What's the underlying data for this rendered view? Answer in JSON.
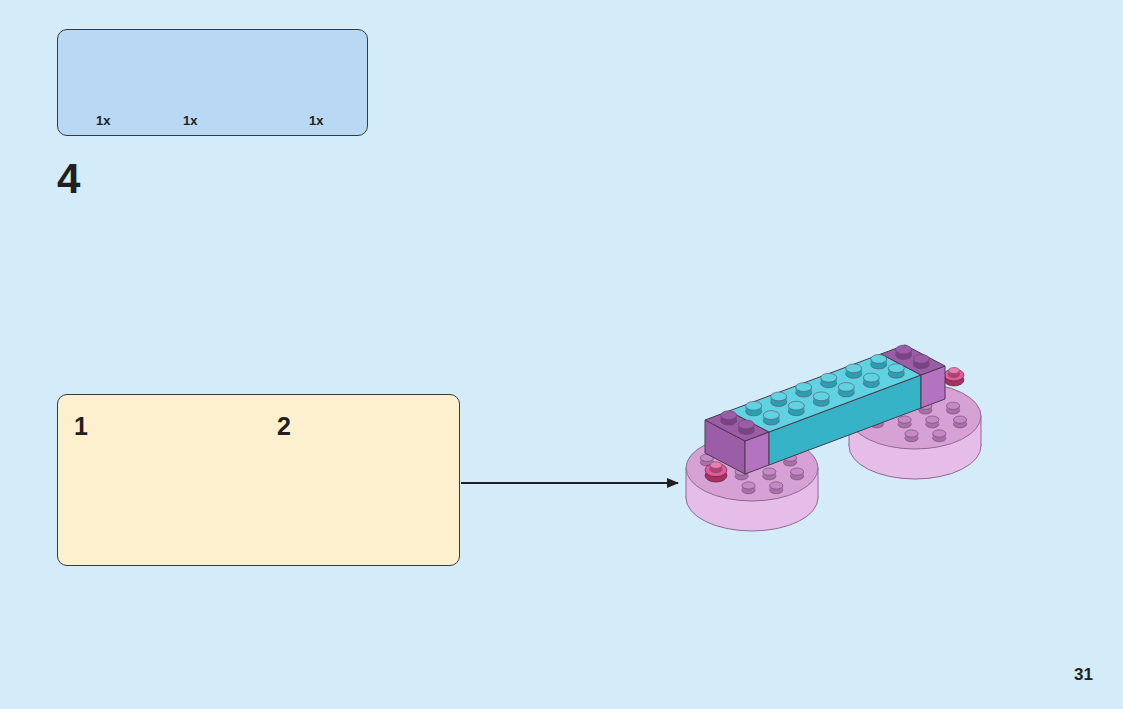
{
  "diagram": {
    "nodes": [
      {
        "text": [
          "1x",
          "1x",
          "1x"
        ]
      },
      {
        "text": [
          "1",
          "2"
        ]
      }
    ],
    "labels": [
      "4",
      "31"
    ]
  }
}
